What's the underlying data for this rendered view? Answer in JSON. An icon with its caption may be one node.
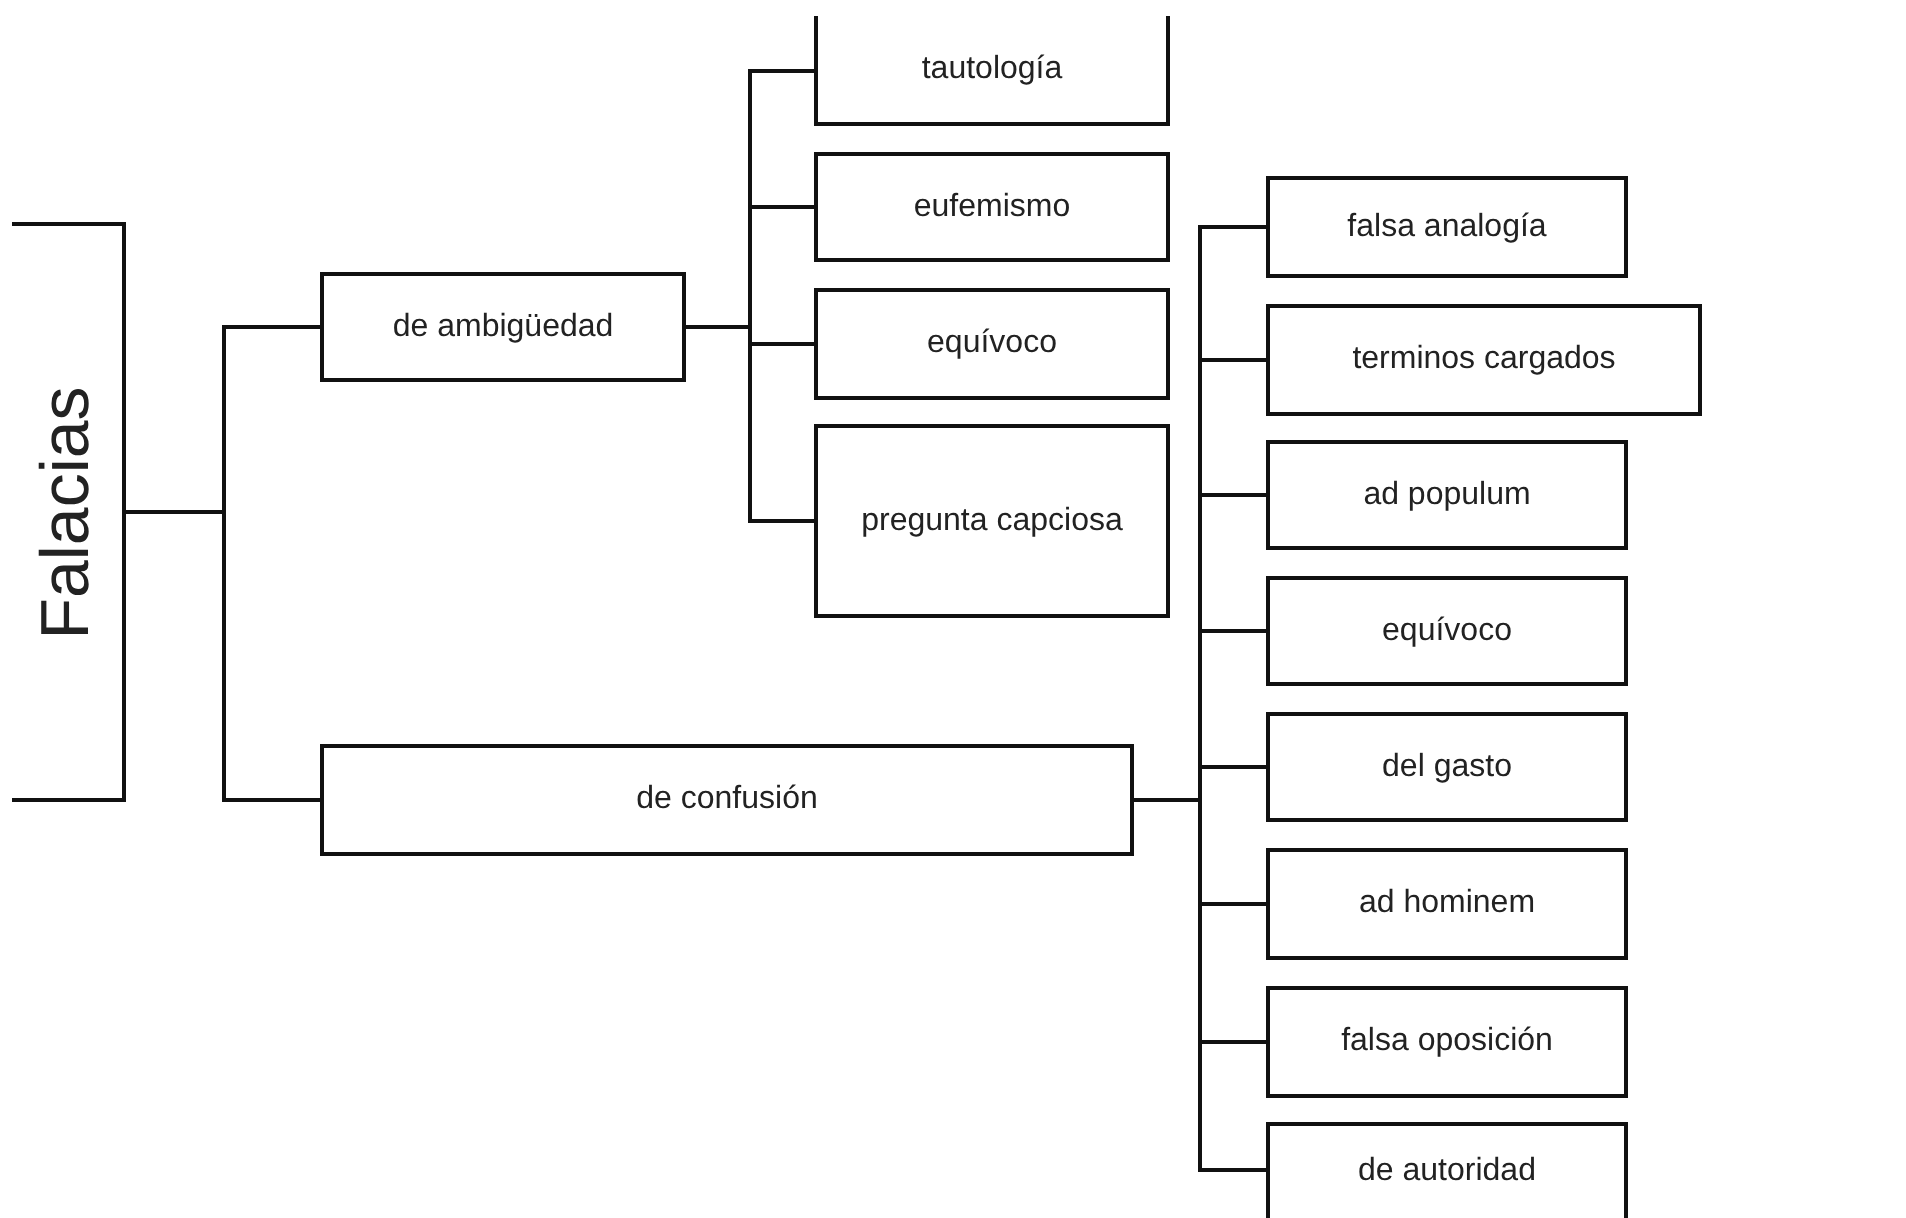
{
  "diagram": {
    "nodes": [
      {
        "text": [
          "Falacias"
        ]
      },
      {
        "text": [
          "de ambigüedad"
        ]
      },
      {
        "text": [
          "de confusión"
        ]
      },
      {
        "text": [
          "tautología"
        ]
      },
      {
        "text": [
          "eufemismo"
        ]
      },
      {
        "text": [
          "equívoco"
        ]
      },
      {
        "text": [
          "pregunta capciosa"
        ]
      },
      {
        "text": [
          "falsa analogía"
        ]
      },
      {
        "text": [
          "terminos cargados"
        ]
      },
      {
        "text": [
          "ad populum"
        ]
      },
      {
        "text": [
          "equívoco"
        ]
      },
      {
        "text": [
          "del gasto"
        ]
      },
      {
        "text": [
          "ad hominem"
        ]
      },
      {
        "text": [
          "falsa oposición"
        ]
      },
      {
        "text": [
          "de autoridad"
        ]
      }
    ],
    "edges": [
      {
        "from": 0,
        "to": 1,
        "arrow": "none"
      },
      {
        "from": 0,
        "to": 2,
        "arrow": "none"
      },
      {
        "from": 1,
        "to": 3,
        "arrow": "none"
      },
      {
        "from": 1,
        "to": 4,
        "arrow": "none"
      },
      {
        "from": 1,
        "to": 5,
        "arrow": "none"
      },
      {
        "from": 1,
        "to": 6,
        "arrow": "none"
      },
      {
        "from": 2,
        "to": 7,
        "arrow": "none"
      },
      {
        "from": 2,
        "to": 8,
        "arrow": "none"
      },
      {
        "from": 2,
        "to": 9,
        "arrow": "none"
      },
      {
        "from": 2,
        "to": 10,
        "arrow": "none"
      },
      {
        "from": 2,
        "to": 11,
        "arrow": "none"
      },
      {
        "from": 2,
        "to": 12,
        "arrow": "none"
      },
      {
        "from": 2,
        "to": 13,
        "arrow": "none"
      },
      {
        "from": 2,
        "to": 14,
        "arrow": "none"
      }
    ]
  }
}
